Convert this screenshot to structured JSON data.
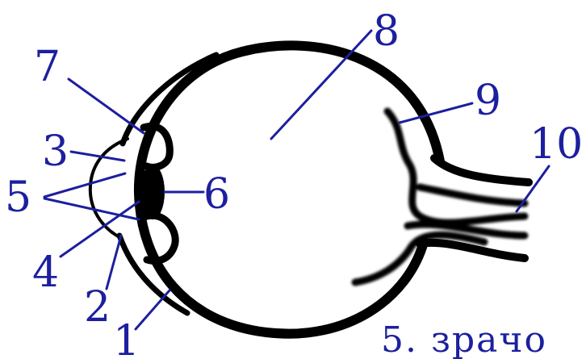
{
  "labels": {
    "n1": "1",
    "n2": "2",
    "n3": "3",
    "n4": "4",
    "n5": "5",
    "n6": "6",
    "n7": "7",
    "n8": "8",
    "n9": "9",
    "n10": "10"
  },
  "caption": "5. зрачо",
  "colors": {
    "ink": "#000000",
    "label": "#1c1f9e",
    "background": "#ffffff"
  }
}
